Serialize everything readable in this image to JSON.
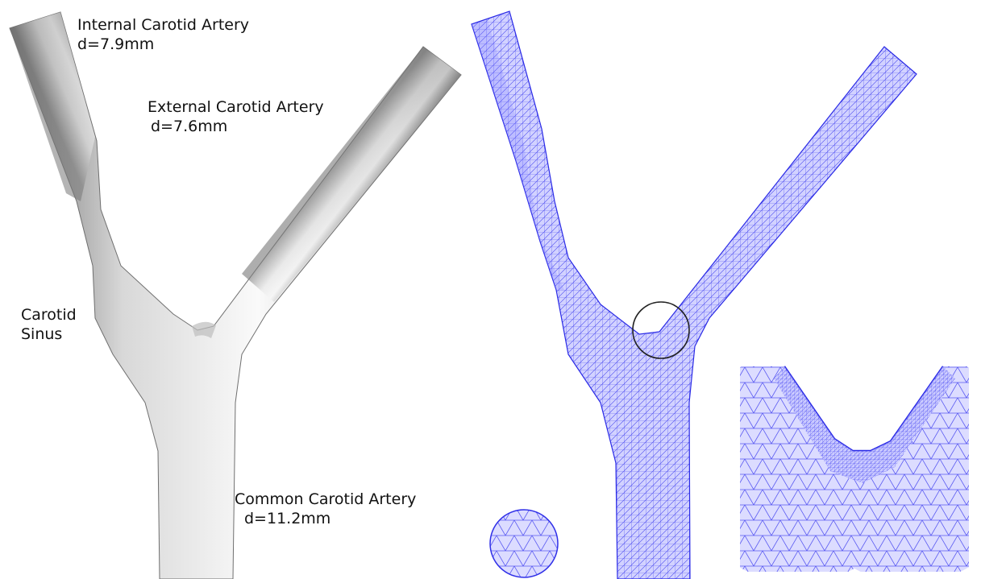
{
  "labels": {
    "ica": {
      "name": "Internal Carotid Artery",
      "diameter": "d=7.9mm"
    },
    "eca": {
      "name": "External Carotid Artery",
      "diameter": "d=7.6mm"
    },
    "sinus": {
      "line1": "Carotid",
      "line2": "Sinus"
    },
    "cca": {
      "name": "Common Carotid Artery",
      "diameter": "d=11.2mm"
    }
  },
  "colors": {
    "artery_shade_dark": "#7a7a7a",
    "artery_shade_light": "#f4f4f4",
    "mesh_fill": "#c9c9ff",
    "mesh_line": "#3a3aee",
    "highlight_circle": "#222222"
  },
  "panels": [
    "smooth-surface-model",
    "tetrahedral-mesh",
    "mesh-detail-bifurcation",
    "mesh-cross-section"
  ]
}
